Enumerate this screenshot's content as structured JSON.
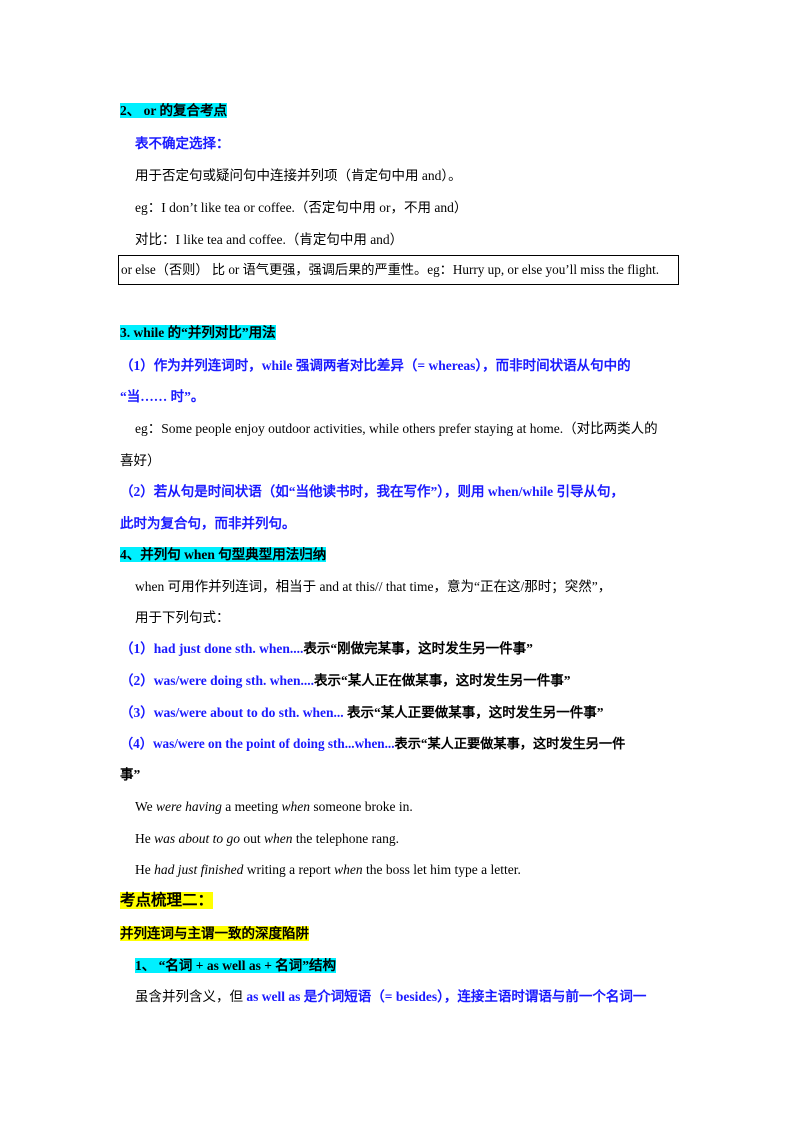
{
  "section2": {
    "heading": "2、 or 的复合考点",
    "sub": "表不确定选择：",
    "line1": "用于否定句或疑问句中连接并列项（肯定句中用 and）。",
    "line2": "eg：I don’t like tea or coffee.（否定句中用 or，不用 and）",
    "line3": "对比：I like tea and coffee.（肯定句中用 and）",
    "boxed": "or else（否则） 比 or 语气更强，强调后果的严重性。eg：Hurry up, or else you’ll miss the flight."
  },
  "section3": {
    "heading": "3. while 的“并列对比”用法",
    "p1a": "（1）作为并列连词时，while 强调两者对比差异（= whereas），而非时间状语从句中的",
    "p1b": "“当…… 时”。",
    "ex_a": "eg：Some people enjoy outdoor activities, while others prefer staying at home.（对比两类人的",
    "ex_b": "喜好）",
    "p2a": "（2）若从句是时间状语（如“当他读书时，我在写作”），则用 when/while 引导从句，",
    "p2b": "此时为复合句，而非并列句。"
  },
  "section4": {
    "heading": "4、并列句 when 句型典型用法归纳",
    "intro1": "when 可用作并列连词，相当于 and at this// that time，意为“正在这/那时；突然”，",
    "intro2": "用于下列句式：",
    "items": [
      {
        "num": "（1）",
        "en": "had just done sth. when....",
        "zh": "表示“刚做完某事，这时发生另一件事”"
      },
      {
        "num": "（2）",
        "en": "was/were doing sth. when....",
        "zh": "表示“某人正在做某事，这时发生另一件事”"
      },
      {
        "num": "（3）",
        "en": "was/were about to do sth. when...",
        "zh": " 表示“某人正要做某事，这时发生另一件事”"
      },
      {
        "num": "（4）",
        "en": "was/were on the point of doing sth...when...",
        "zh": "表示“某人正要做某事，这时发生另一件",
        "zh2": "事”"
      }
    ],
    "examples": [
      {
        "a": "We ",
        "b": "were having",
        "c": " a meeting ",
        "d": "when",
        "e": " someone broke in."
      },
      {
        "a": "He ",
        "b": "was about to go",
        "c": " out ",
        "d": "when",
        "e": " the telephone rang."
      },
      {
        "a": "He ",
        "b": "had just finished",
        "c": " writing a report ",
        "d": "when",
        "e": " the boss let him type a letter."
      }
    ]
  },
  "part2": {
    "heading": "考点梳理二：",
    "sub": "并列连词与主谓一致的深度陷阱",
    "item1": "1、 “名词 + as well as + 名词”结构",
    "line_a": "虽含并列含义，但 ",
    "line_b": "as well as 是介词短语（= besides），连接主语时谓语与前一个名词一"
  },
  "colors": {
    "highlight_cyan": "#00f0ff",
    "highlight_yellow": "#ffff00",
    "blue_text": "#1a1aff"
  }
}
